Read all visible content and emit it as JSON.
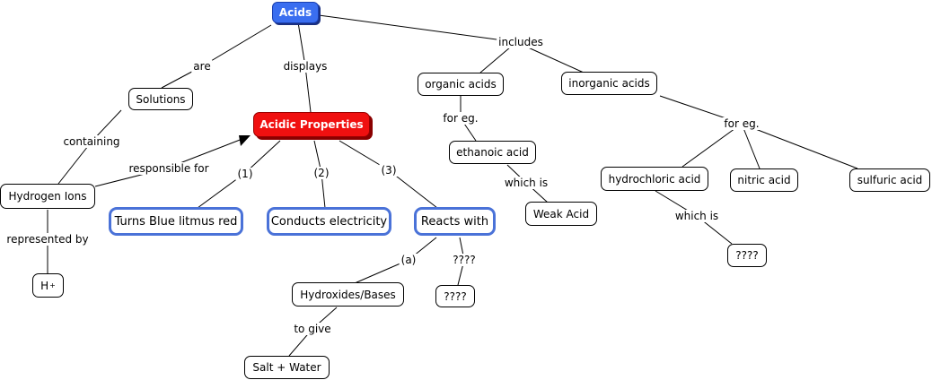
{
  "nodes": {
    "acids": "Acids",
    "solutions": "Solutions",
    "acidic_properties": "Acidic Properties",
    "organic_acids": "organic acids",
    "inorganic_acids": "inorganic acids",
    "ethanoic_acid": "ethanoic acid",
    "hydrogen_ions": "Hydrogen Ions",
    "turns_blue_litmus": "Turns Blue litmus red",
    "conducts_electricity": "Conducts electricity",
    "reacts_with": "Reacts with",
    "weak_acid": "Weak Acid",
    "hydrochloric_acid": "hydrochloric acid",
    "nitric_acid": "nitric acid",
    "sulfuric_acid": "sulfuric acid",
    "h_plus_base": "H",
    "h_plus_sup": "+",
    "hydroxides_bases": "Hydroxides/Bases",
    "unknown_reactant": "????",
    "unknown_hcl": "????",
    "salt_water": "Salt + Water"
  },
  "links": {
    "are": "are",
    "displays": "displays",
    "includes": "includes",
    "containing": "containing",
    "for_eg_organic": "for eg.",
    "for_eg_inorganic": "for eg.",
    "responsible_for": "responsible for",
    "prop_1": "(1)",
    "prop_2": "(2)",
    "prop_3": "(3)",
    "which_is_ethanoic": "which is",
    "which_is_hcl": "which is",
    "represented_by": "represented by",
    "reacts_a": "(a)",
    "reacts_unknown": "????",
    "to_give": "to give"
  },
  "colors": {
    "root_fill": "#3a6ef0",
    "highlight_fill": "#f01010",
    "blue_border": "#4a72d8"
  }
}
